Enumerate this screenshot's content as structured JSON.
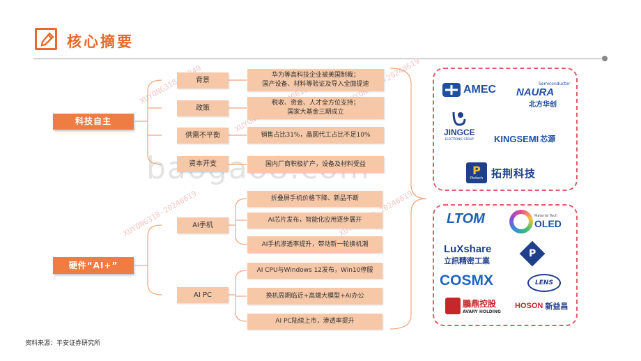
{
  "header": {
    "title": "核心摘要"
  },
  "watermark": {
    "main": "baogao8.com",
    "id": "XUYONG318-20240619",
    "id_short": "XUYONG318-20240"
  },
  "mindmap": {
    "root1": {
      "label": "科技自主",
      "branches": [
        {
          "label": "背景",
          "detail": "华为等高科技企业被美国制裁；\n国产设备、材料等验证及导入全面提速"
        },
        {
          "label": "政策",
          "detail": "税收、资金、人才全方位支持；\n国家大基金三期成立"
        },
        {
          "label": "供需不平衡",
          "detail": "销售占比31%，晶圆代工占比不足10%"
        },
        {
          "label": "资本开支",
          "detail": "国内厂商积极扩产，设备及材料受益"
        }
      ]
    },
    "root2": {
      "label": "硬件“AI+”",
      "branches": [
        {
          "label": "AI手机",
          "details": [
            "折叠屏手机价格下降、新品不断",
            "AI芯片发布，智能化应用逐步展开",
            "AI手机渗透率提升，带动新一轮换机潮"
          ]
        },
        {
          "label": "AI PC",
          "details": [
            "AI CPU与Windows 12发布，Win10停服",
            "换机周期临近+高端大模型+AI办公",
            "AI PC陆续上市，渗透率提升"
          ]
        }
      ]
    }
  },
  "logos_top": {
    "amec": "AMEC",
    "naura_sub": "Semiconductor",
    "naura": "NAURA",
    "naura_cn": "北方华创",
    "jingce": "JINGCE",
    "jingce_sub": "ELECTRONIC GROUP",
    "kingsemi": "KINGSEMI",
    "kingsemi_cn": "芯源",
    "piotech": "拓荆科技",
    "piotech_small": "Piotech"
  },
  "logos_bottom": {
    "ltom": "LTOM",
    "poled_sub": "Material Tech",
    "poled": "OLED",
    "luxshare": "LuXshare",
    "luxshare_cn": "立訊精密工業",
    "cosmx": "COSMX",
    "lens": "LENS",
    "avary_cn": "鵬鼎控股",
    "avary": "AVARY HOLDING",
    "hoson": "HOSON",
    "hoson_cn": "新益昌"
  },
  "footer": {
    "source": "资料来源：平安证券研究所"
  },
  "colors": {
    "accent": "#e8692a",
    "box_dark": "#ef7c43",
    "box_light": "#f7c8a8",
    "panel_border": "#e25b6a"
  }
}
